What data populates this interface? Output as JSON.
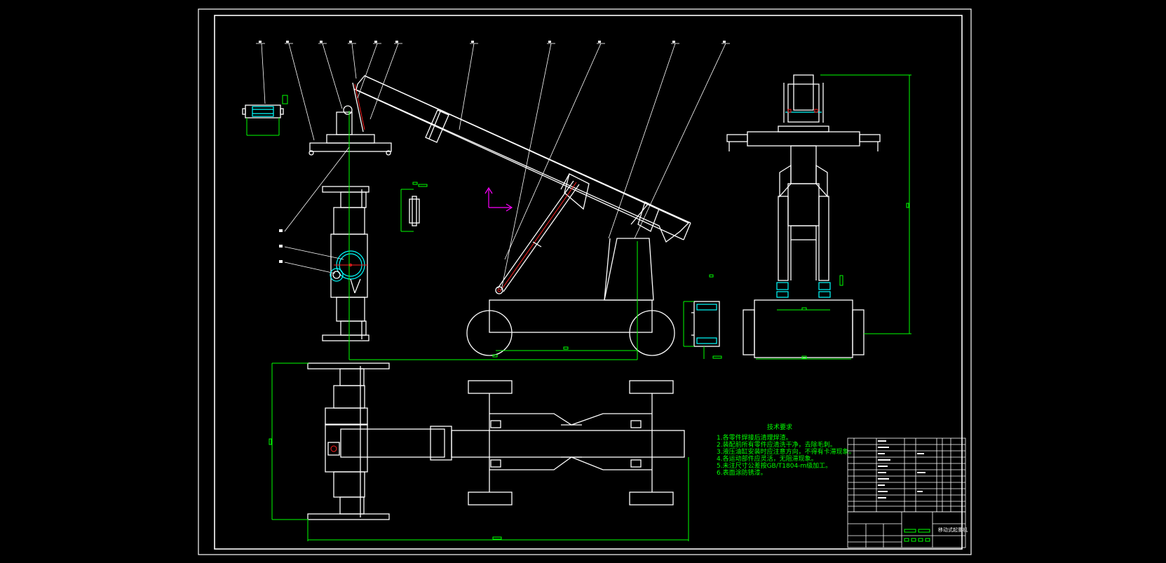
{
  "drawing": {
    "colors": {
      "background": "#000000",
      "outline": "#ffffff",
      "dimension": "#00ff00",
      "hidden_detail": "#00ffff",
      "center_line": "#ff2020",
      "ucs_icon": "#ff00ff"
    },
    "technical_requirements": {
      "heading": "技术要求",
      "lines": [
        "1.各零件焊接后清理焊渣。",
        "2.装配前所有零件应清洗干净，去除毛刺。",
        "3.液压油缸安装时应注意方向，不得有卡滞现象。",
        "4.各运动部件应灵活，无阻滞现象。",
        "5.未注尺寸公差按GB/T1804-m级加工。",
        "6.表面涂防锈漆。"
      ]
    },
    "title_block": {
      "drawing_name": "移动式起重机"
    }
  }
}
